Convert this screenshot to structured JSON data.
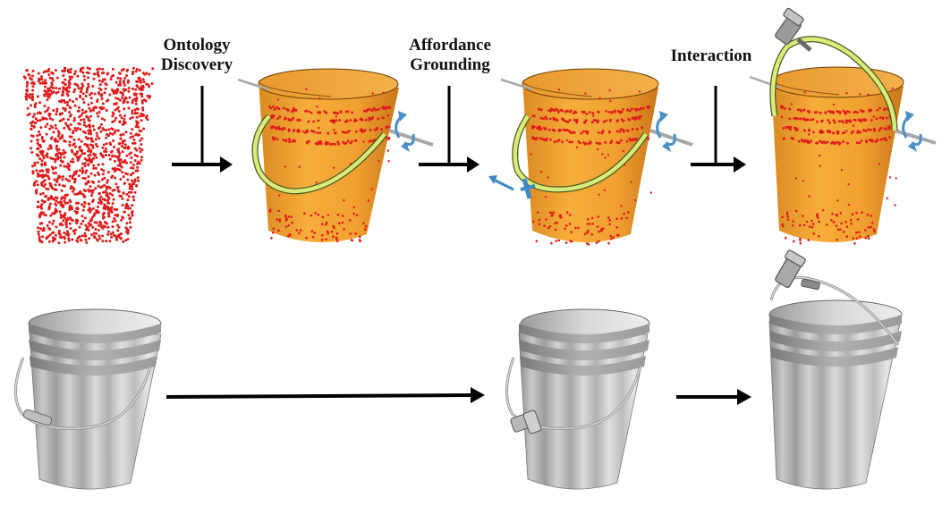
{
  "stages": {
    "ontology_discovery": {
      "line1": "Ontology",
      "line2": "Discovery"
    },
    "affordance_grounding": {
      "line1": "Affordance",
      "line2": "Grounding"
    },
    "interaction": {
      "line1": "Interaction"
    }
  },
  "colors": {
    "point_cloud": "#e11a1a",
    "bucket_orange": "#f0a030",
    "bucket_orange_dark": "#c9761a",
    "handle_green": "#d9ec7a",
    "axis_gray": "#a8a8a8",
    "rotation_blue": "#4a90c8",
    "gripper_blue": "#3d88c6",
    "mesh_gray": "#b9b9b9",
    "arrow_black": "#000000"
  },
  "icons": [
    "rotation-arrow-icon",
    "gripper-icon",
    "flow-arrow-icon"
  ]
}
